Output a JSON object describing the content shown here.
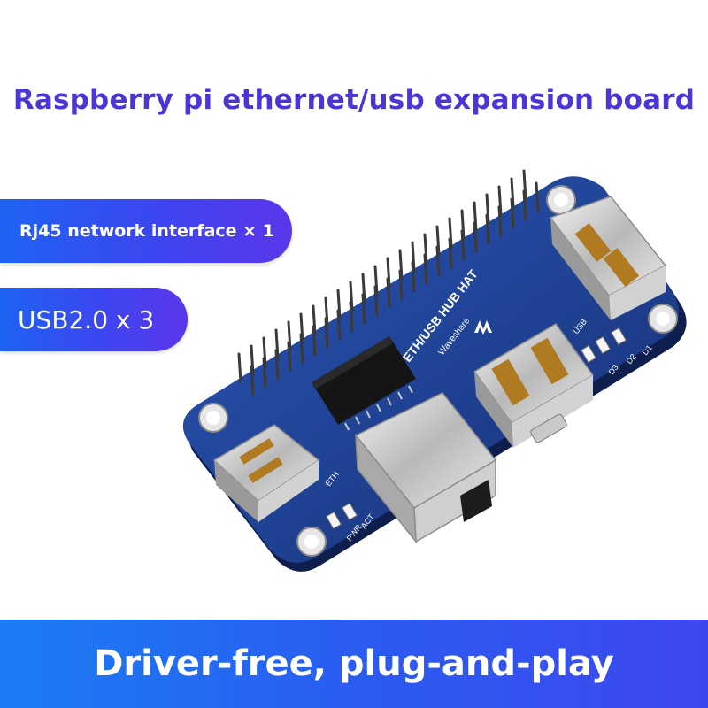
{
  "headline": "Raspberry pi ethernet/usb expansion board",
  "features": [
    {
      "label": "Rj45 network interface × 1"
    },
    {
      "label": "USB2.0 x 3"
    }
  ],
  "footer": {
    "tagline": "Driver-free, plug-and-play"
  },
  "board": {
    "silkscreen_title": "ETH/USB HUB HAT",
    "brand": "Waveshare",
    "labels": [
      "USB",
      "D1",
      "D2",
      "D3",
      "ETH",
      "PWR",
      "ACT"
    ]
  },
  "colors": {
    "headline": "#4a35d6",
    "pill_start": "#1e63f2",
    "pill_end": "#5b36ea",
    "footer_start": "#1b7df3",
    "footer_end": "#3e47ee",
    "pcb": "#1f3c8f"
  }
}
